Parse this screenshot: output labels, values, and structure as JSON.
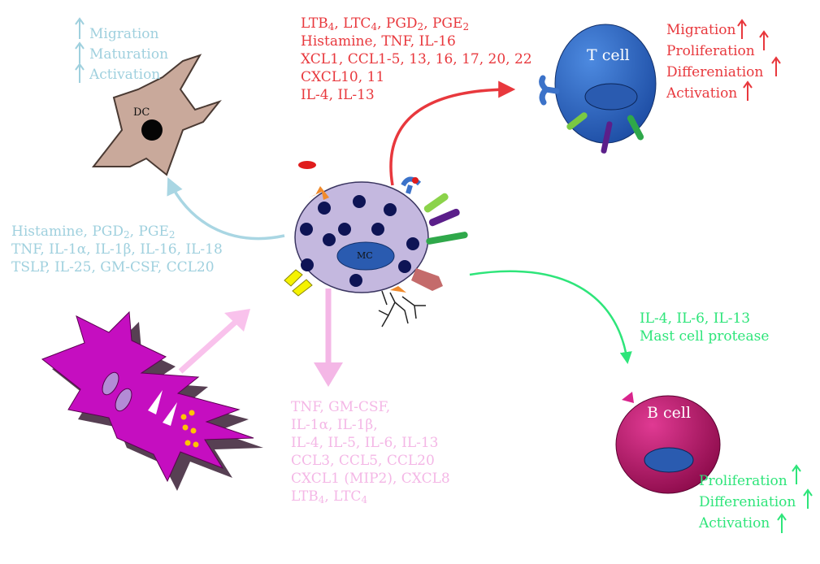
{
  "cells": {
    "dc": "DC",
    "mc": "MC",
    "t_cell": "T cell",
    "b_cell": "B cell"
  },
  "mediators": {
    "to_t_cell": [
      [
        "LTB",
        "4",
        ", LTC",
        "4",
        ", PGD",
        "2",
        ", PGE",
        "2"
      ],
      [
        "Histamine,  TNF, IL-16"
      ],
      [
        "XCL1, CCL1-5, 13, 16, 17, 20, 22"
      ],
      [
        "CXCL10, 11"
      ],
      [
        "IL-4, IL-13"
      ]
    ],
    "to_dc": [
      [
        "Histamine,  PGD",
        "2",
        ", PGE",
        "2"
      ],
      [
        "TNF, IL-1α, IL-1β, IL-16, IL-18"
      ],
      [
        "TSLP, IL-25, GM-CSF, CCL20"
      ]
    ],
    "to_b_cell": [
      [
        "IL-4, IL-6, IL-13"
      ],
      [
        "Mast cell protease"
      ]
    ],
    "to_tissue": [
      [
        "TNF, GM-CSF,"
      ],
      [
        "IL-1α, IL-1β,"
      ],
      [
        "IL-4, IL-5, IL-6, IL-13"
      ],
      [
        "CCL3, CCL5, CCL20"
      ],
      [
        "CXCL1 (MIP2), CXCL8"
      ],
      [
        "LTB",
        "4",
        ", LTC",
        "4"
      ]
    ]
  },
  "effects": {
    "dc": [
      "Migration",
      "Maturation",
      "Activation"
    ],
    "t_cell": [
      "Migration",
      "Proliferation",
      "Differeniation",
      "Activation"
    ],
    "b_cell": [
      "Proliferation",
      "Differeniation",
      "Activation"
    ]
  },
  "colors": {
    "t_cell_pathway": "#e8383d",
    "dc_pathway": "#9fd0de",
    "b_cell_pathway": "#2ee57a",
    "tissue_pathway": "#f4b7e6"
  }
}
